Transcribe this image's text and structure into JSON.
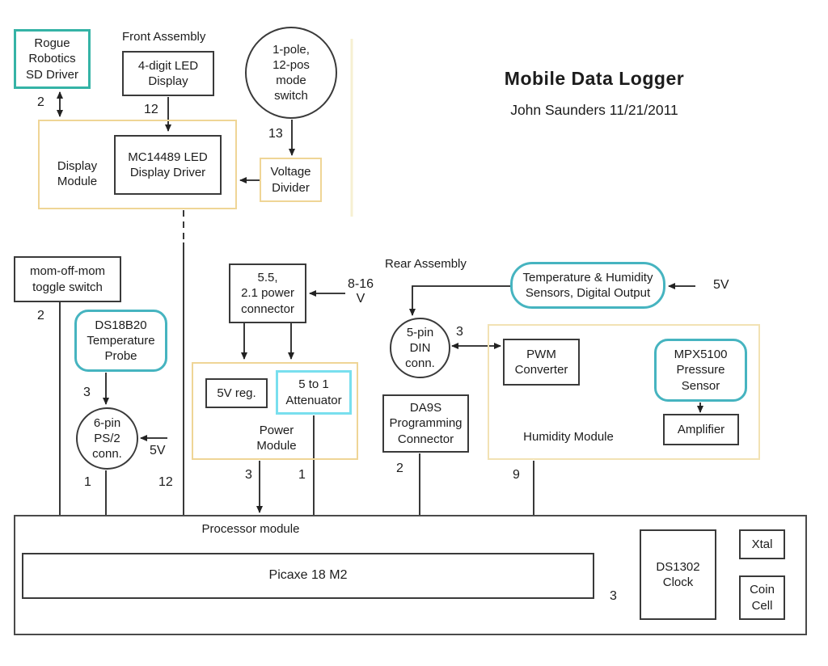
{
  "title": {
    "heading": "Mobile Data Logger",
    "byline": "John Saunders 11/21/2011"
  },
  "section_labels": {
    "front_assembly": "Front Assembly",
    "rear_assembly": "Rear Assembly"
  },
  "nodes": {
    "sd_driver": {
      "label": "Rogue\nRobotics\nSD Driver"
    },
    "led_display": {
      "label": "4-digit LED\nDisplay"
    },
    "mode_switch": {
      "label": "1-pole,\n12-pos\nmode\nswitch"
    },
    "display_module": {
      "label": "Display\nModule"
    },
    "mc14489": {
      "label": "MC14489 LED\nDisplay Driver"
    },
    "voltage_divider": {
      "label": "Voltage\nDivider"
    },
    "toggle_switch": {
      "label": "mom-off-mom\ntoggle switch"
    },
    "ds18b20": {
      "label": "DS18B20\nTemperature\nProbe"
    },
    "ps2_conn": {
      "label": "6-pin\nPS/2\nconn."
    },
    "power_connector": {
      "label": "5.5,\n2.1 power\nconnector"
    },
    "power_module": {
      "label": "Power\nModule"
    },
    "v5_reg": {
      "label": "5V reg."
    },
    "attenuator": {
      "label": "5 to 1\nAttenuator"
    },
    "th_sensors": {
      "label": "Temperature & Humidity\nSensors, Digital Output"
    },
    "din_conn": {
      "label": "5-pin\nDIN\nconn."
    },
    "humidity_module": {
      "label": "Humidity Module"
    },
    "pwm_converter": {
      "label": "PWM\nConverter"
    },
    "mpx5100": {
      "label": "MPX5100\nPressure\nSensor"
    },
    "amplifier": {
      "label": "Amplifier"
    },
    "da9s": {
      "label": "DA9S\nProgramming\nConnector"
    },
    "processor_module": {
      "label": "Processor module"
    },
    "picaxe": {
      "label": "Picaxe 18 M2"
    },
    "ds1302": {
      "label": "DS1302\nClock"
    },
    "xtal": {
      "label": "Xtal"
    },
    "coin_cell": {
      "label": "Coin\nCell"
    }
  },
  "wire_labels": {
    "sd_pins": "2",
    "display_pins": "12",
    "mode_pins": "13",
    "toggle_pins": "2",
    "probe_pins": "3",
    "ps2_5v": "5V",
    "ps2_pin": "1",
    "display_bus": "12",
    "supply_range": "8-16\nV",
    "power_out": "3",
    "atten_out": "1",
    "din_bus": "3",
    "sensor_5v": "5V",
    "da9s_pins": "2",
    "humidity_bus": "9",
    "clock_bus": "3"
  },
  "colors": {
    "teal_border": "#35b3a6",
    "teal_round_border": "#46b4c0",
    "cyan_border": "#79dfee",
    "module_border": "#efd596",
    "humidity_border": "#f2e2b4",
    "box_border": "#3a3a3a",
    "faint_guide": "#f6f0d2"
  }
}
